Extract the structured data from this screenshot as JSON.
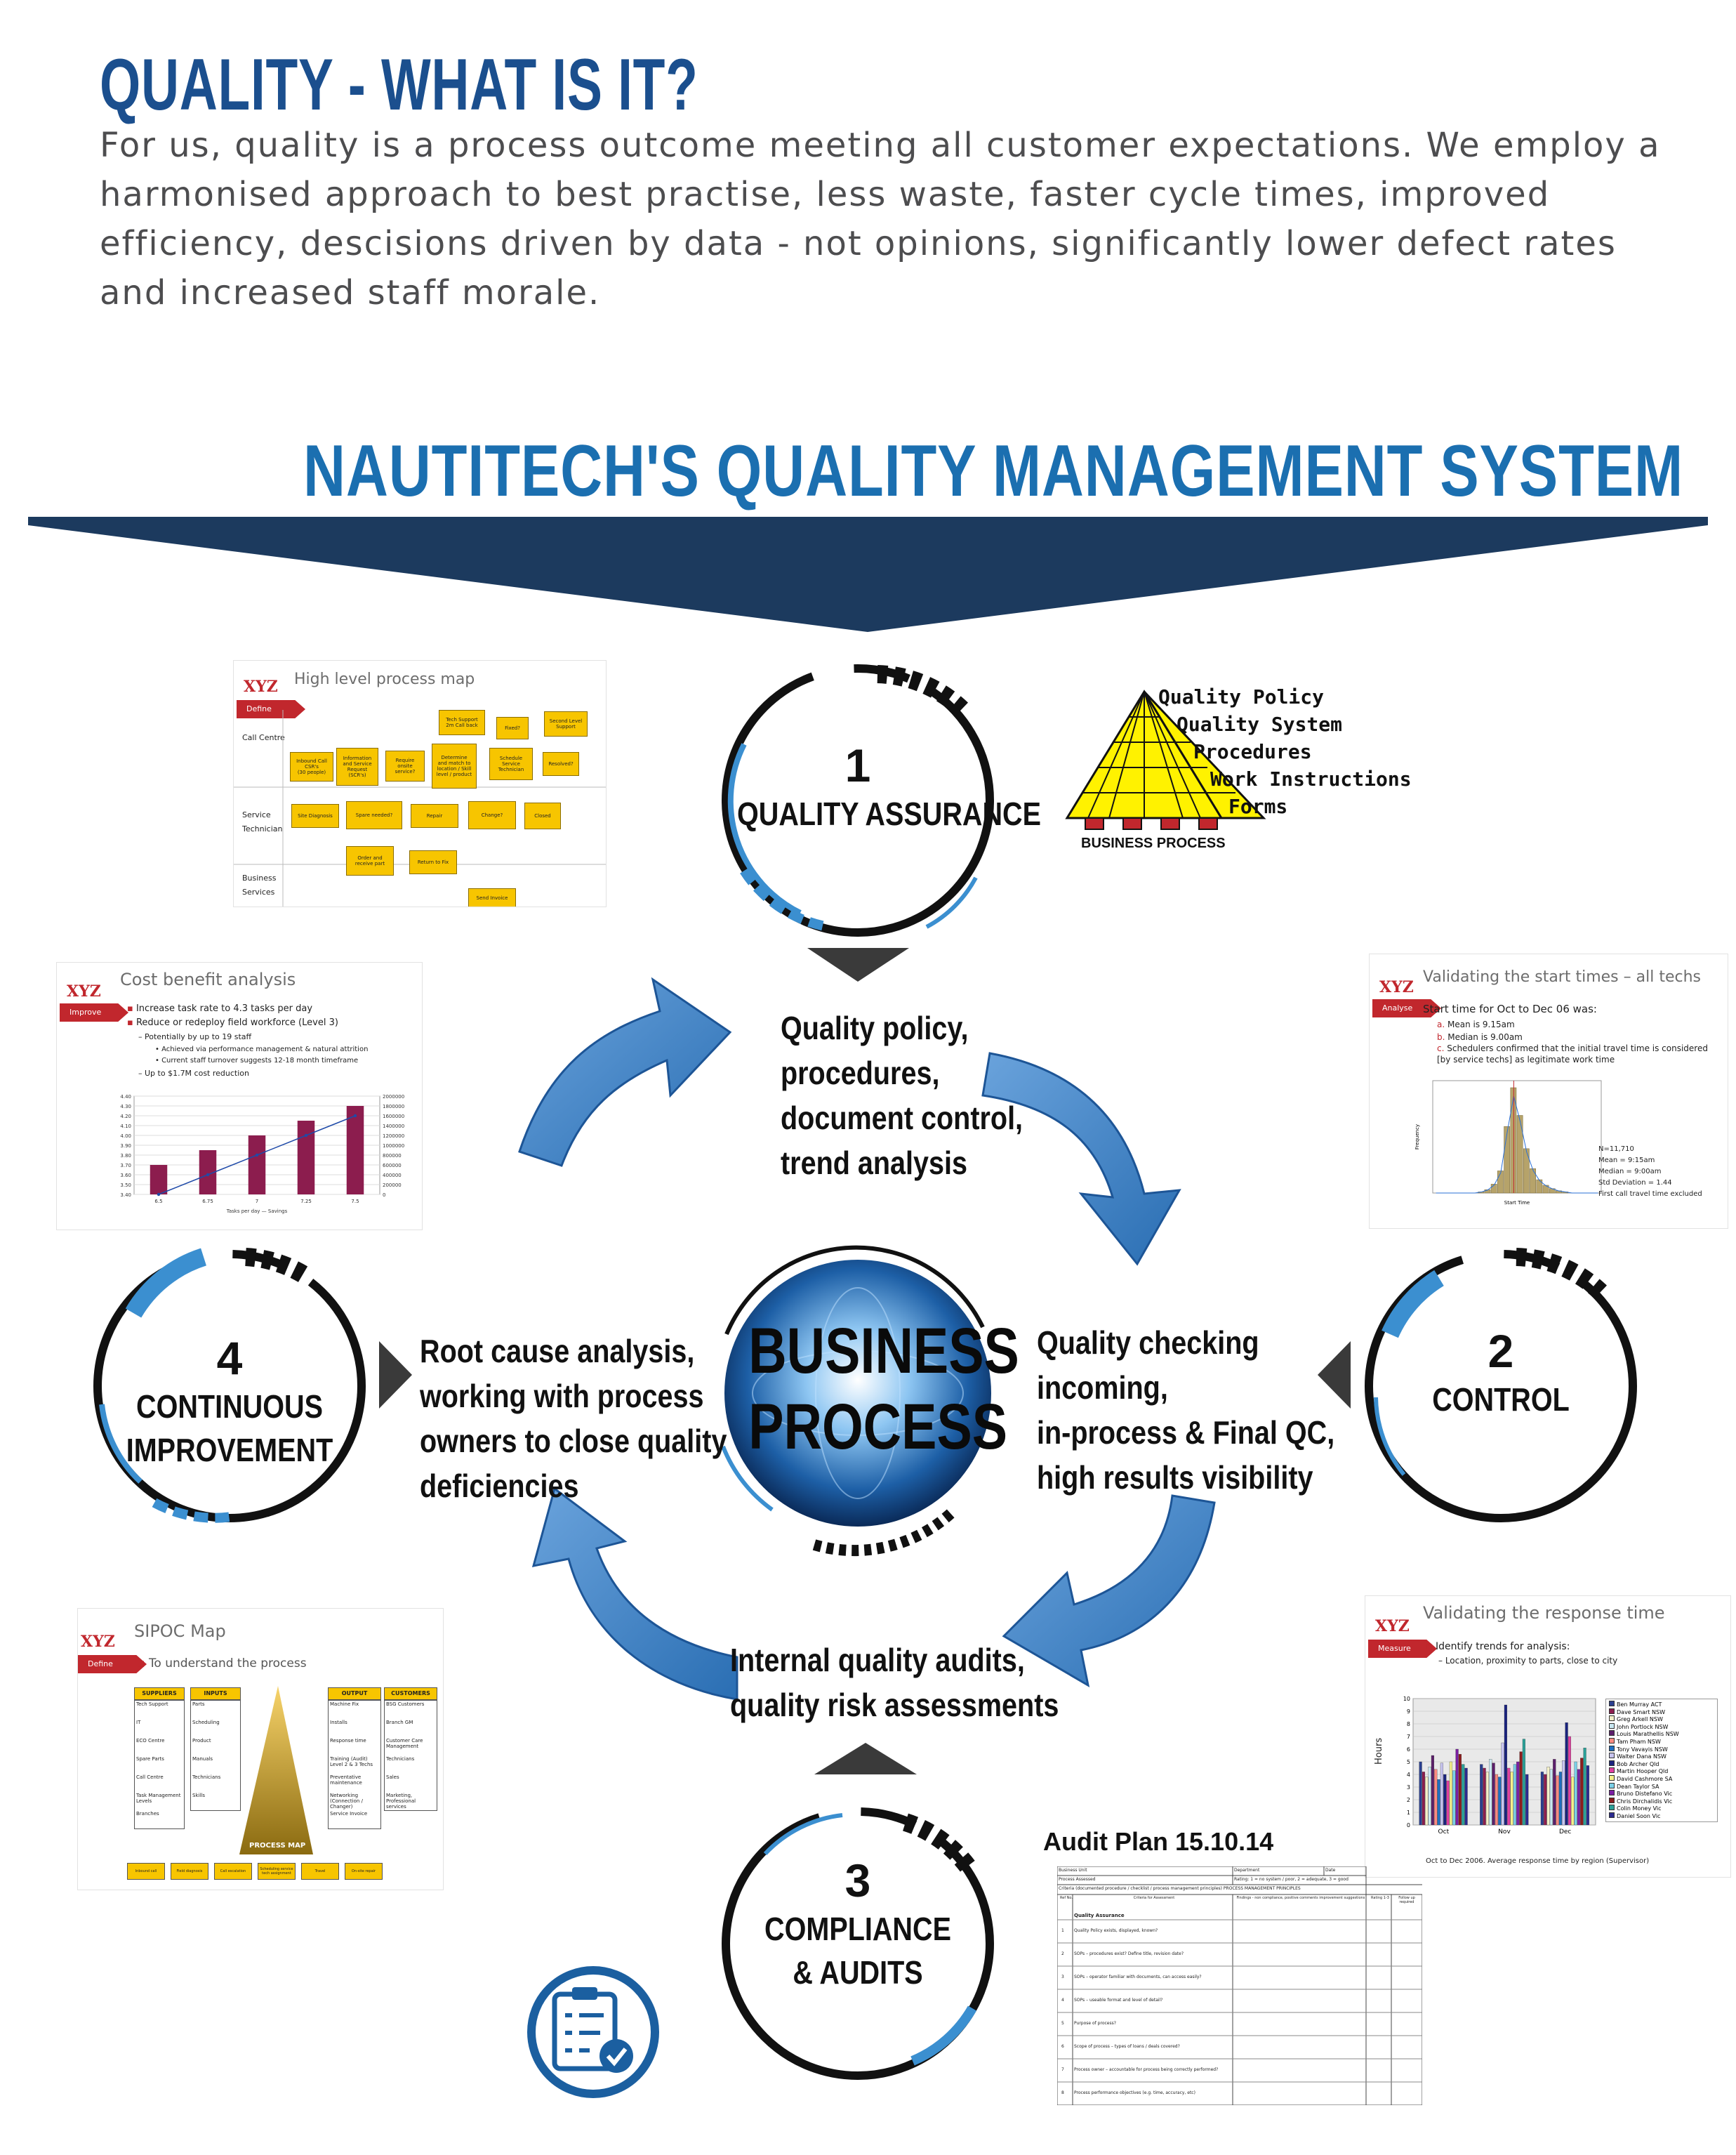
{
  "header": {
    "title": "QUALITY - WHAT IS IT?",
    "intro": "For us, quality is a process outcome meeting all customer expectations. We employ a harmonised approach to best practise, less waste, faster cycle times, improved efficiency, descisions driven by data - not opinions, significantly lower defect rates and increased staff morale."
  },
  "system_heading": "NAUTITECH'S QUALITY MANAGEMENT SYSTEM",
  "colors": {
    "navy": "#1c3a5e",
    "title_blue": "#1b4f8e",
    "heading_blue": "#1b6fb0",
    "arrow_blue": "#3f86c8",
    "accent_red": "#c1272d",
    "flow_yellow": "#f7c500"
  },
  "stages": [
    {
      "number": "1",
      "label": "QUALITY ASSURANCE"
    },
    {
      "number": "2",
      "label": "CONTROL"
    },
    {
      "number": "3",
      "label": "COMPLIANCE\n& AUDITS"
    },
    {
      "number": "4",
      "label": "CONTINUOUS\nIMPROVEMENT"
    }
  ],
  "descriptions": {
    "assurance": "Quality policy,\nprocedures,\ndocument control,\ntrend analysis",
    "control": "Quality checking\nincoming,\nin-process & Final QC,\nhigh results visibility",
    "audits": "Internal quality audits,\nquality risk assessments",
    "improvement": "Root cause analysis,\nworking with process\nowners to close quality\ndeficiencies"
  },
  "center": {
    "line1": "BUSINESS",
    "line2": "PROCESS"
  },
  "pyramid": {
    "levels": [
      "Quality Policy",
      "Quality System",
      "Procedures",
      "Work Instructions",
      "Forms"
    ],
    "base_label": "BUSINESS PROCESS"
  },
  "thumbnails": {
    "process_map": {
      "logo": "XYZ",
      "tag": "Define",
      "title": "High level process map",
      "lanes": [
        "Call Centre",
        "Service\nTechnician",
        "Business\nServices"
      ],
      "boxes": [
        "Inbound Call\nCSR's\n(30 people)",
        "Information\nand Service\nRequest\n(SCR's)",
        "Require\nonsite\nservice?",
        "Determine\nand match to\nlocation / Skill\nlevel / product",
        "Tech Support\n2m Call back",
        "Fixed?",
        "Second Level\nSupport",
        "Schedule\nService\nTechnician",
        "Resolved?",
        "Site Diagnosis",
        "Spare needed?",
        "Repair",
        "Change?",
        "Closed",
        "Order and\nreceive part",
        "Return to Fix",
        "Send Invoice"
      ]
    },
    "cost_benefit": {
      "logo": "XYZ",
      "tag": "Improve",
      "title": "Cost benefit analysis",
      "bullets": [
        "Increase task rate to 4.3 tasks per day",
        "Reduce or redeploy field workforce (Level 3)",
        "Potentially by up to 19 staff",
        "Achieved via performance management & natural attrition",
        "Current staff turnover suggests 12-18 month timeframe",
        "Up to $1.7M cost reduction"
      ],
      "legend": "Tasks per day  — Savings"
    },
    "start_times": {
      "logo": "XYZ",
      "tag": "Analyse",
      "title": "Validating the start times – all techs",
      "heading": "Start time for Oct to Dec 06 was:",
      "items": [
        "Mean is 9.15am",
        "Median is 9.00am",
        "Schedulers confirmed that the initial travel time is considered [by service techs] as legitimate work time"
      ],
      "stats": "N=11,710\nMean = 9:15am\nMedian = 9:00am\nStd Deviation = 1.44\nFirst call travel time excluded",
      "xlabel": "Start Time",
      "ylabel": "Frequency"
    },
    "sipoc": {
      "logo": "XYZ",
      "tag": "Define",
      "title": "SIPOC Map",
      "bullet": "To understand the process",
      "columns": [
        "SUPPLIERS",
        "INPUTS",
        "OUTPUT",
        "CUSTOMERS"
      ],
      "suppliers": [
        "Tech Support",
        "IT",
        "ECO Centre",
        "Spare Parts",
        "Call Centre",
        "Task Management Levels",
        "Branches"
      ],
      "inputs": [
        "Parts",
        "Scheduling",
        "Product",
        "Manuals",
        "Technicians",
        "Skills"
      ],
      "outputs": [
        "Machine Fix",
        "Installs",
        "Response time",
        "Training (Audit) Level 2 & 3 Techs",
        "Preventative maintenance",
        "Networking (Connection / Changer)",
        "Service Invoice"
      ],
      "customers": [
        "BSG Customers",
        "Branch GM",
        "Customer Care Management",
        "Technicians",
        "Sales",
        "Marketing, Professional services"
      ],
      "center": "PROCESS MAP",
      "flow": [
        "Inbound call",
        "Field diagnosis",
        "Call escalation",
        "Scheduling service tech assignment",
        "Travel",
        "On-site repair"
      ]
    },
    "response_time": {
      "logo": "XYZ",
      "tag": "Measure",
      "title": "Validating the response time",
      "bullets": [
        "Identify trends for analysis:",
        "Location, proximity to parts, close to city"
      ],
      "ylabel": "Hours",
      "caption": "Oct to Dec 2006.  Average response time by region (Supervisor)",
      "legend": [
        "Ben Murray  ACT",
        "Dave Smart  NSW",
        "Greg Arkell  NSW",
        "John Portlock  NSW",
        "Louis Marathellis  NSW",
        "Tam Pham  NSW",
        "Tony Vavayis  NSW",
        "Walter Dana  NSW",
        "Bob Archer  Qld",
        "Martin Hooper  Qld",
        "David Cashmore  SA",
        "Dean Taylor  SA",
        "Bruno Distefano  Vic",
        "Chris Dirchalidis  Vic",
        "Colin Money  Vic",
        "Daniel Soon  Vic"
      ]
    },
    "audit_plan": {
      "title": "Audit Plan 15.10.14",
      "header_cells": [
        "Business Unit",
        "Department",
        "Date",
        "Process Assessed",
        "Rating:  1 = no system / poor,   2 = adequate,   3 = good",
        "Criteria (documented procedure / checklist / process management principles)    PROCESS MANAGEMENT PRINCIPLES"
      ],
      "columns": [
        "Ref No.",
        "Criteria for Assessment",
        "Findings - non compliance, positive comments improvement suggestions",
        "Rating 1-3",
        "Follow up required"
      ],
      "section": "Quality Assurance",
      "rows": [
        "Quality Policy exists, displayed, known?",
        "SOPs – procedures exist? Define title, revision date?",
        "SOPs – operator familiar with documents, can access easily?",
        "SOPs – useable format and level of detail?",
        "Purpose of process?",
        "Scope of process – types of loans / deals covered?",
        "Process owner – accountable for process being correctly performed?",
        "Process performance objectives (e.g. time, accuracy, etc)"
      ]
    }
  },
  "chart_data": [
    {
      "type": "bar",
      "title": "",
      "categories": [
        "6.5",
        "6.75",
        "7",
        "7.25",
        "7.5"
      ],
      "series": [
        {
          "name": "Tasks per day",
          "values": [
            3.7,
            3.85,
            4.0,
            4.15,
            4.3
          ]
        },
        {
          "name": "Savings",
          "values": [
            0,
            400000,
            800000,
            1200000,
            1600000
          ]
        }
      ],
      "ylim": [
        3.4,
        4.4
      ],
      "y2lim": [
        0,
        2000000
      ],
      "y_ticks": [
        "4.40",
        "4.30",
        "4.20",
        "4.10",
        "4.00",
        "3.90",
        "3.80",
        "3.70",
        "3.60",
        "3.50",
        "3.40"
      ],
      "y2_ticks": [
        "2000000",
        "1800000",
        "1600000",
        "1400000",
        "1200000",
        "1000000",
        "800000",
        "600000",
        "400000",
        "200000",
        "0"
      ]
    },
    {
      "type": "bar",
      "title": "",
      "xlabel": "Start Time",
      "ylabel": "Frequency",
      "categories": [
        "",
        "",
        "",
        "",
        "",
        "",
        "",
        "",
        "",
        "",
        "",
        "",
        "",
        "",
        "",
        "",
        "",
        "",
        "",
        "",
        "",
        "",
        "",
        "",
        "",
        ""
      ],
      "values": [
        0,
        0,
        0,
        0,
        0,
        0,
        0,
        1,
        3,
        8,
        20,
        60,
        95,
        70,
        40,
        22,
        12,
        7,
        4,
        2,
        1,
        0,
        0,
        0,
        0,
        0
      ]
    },
    {
      "type": "bar",
      "title": "",
      "ylabel": "Hours",
      "categories": [
        "Oct",
        "Nov",
        "Dec"
      ],
      "ylim": [
        0,
        10
      ],
      "series": [
        {
          "name": "Ben Murray  ACT",
          "values": [
            5.0,
            4.8,
            4.2
          ]
        },
        {
          "name": "Dave Smart  NSW",
          "values": [
            4.2,
            4.5,
            4.0
          ]
        },
        {
          "name": "Greg Arkell  NSW",
          "values": [
            3.8,
            4.2,
            4.6
          ]
        },
        {
          "name": "John Portlock  NSW",
          "values": [
            4.6,
            5.2,
            4.4
          ]
        },
        {
          "name": "Louis Marathellis  NSW",
          "values": [
            5.5,
            4.9,
            5.2
          ]
        },
        {
          "name": "Tam Pham  NSW",
          "values": [
            4.4,
            4.0,
            3.9
          ]
        },
        {
          "name": "Tony Vavayis  NSW",
          "values": [
            3.6,
            3.8,
            4.2
          ]
        },
        {
          "name": "Walter Dana  NSW",
          "values": [
            4.9,
            6.5,
            5.1
          ]
        },
        {
          "name": "Bob Archer  Qld",
          "values": [
            4.0,
            9.5,
            8.1
          ]
        },
        {
          "name": "Martin Hooper  Qld",
          "values": [
            3.5,
            4.5,
            7.0
          ]
        },
        {
          "name": "David Cashmore  SA",
          "values": [
            5.0,
            4.2,
            3.8
          ]
        },
        {
          "name": "Dean Taylor  SA",
          "values": [
            4.3,
            4.8,
            5.0
          ]
        },
        {
          "name": "Bruno Distefano  Vic",
          "values": [
            6.0,
            5.0,
            4.4
          ]
        },
        {
          "name": "Chris Dirchalidis  Vic",
          "values": [
            5.6,
            5.8,
            5.3
          ]
        },
        {
          "name": "Colin Money  Vic",
          "values": [
            4.8,
            6.8,
            6.1
          ]
        },
        {
          "name": "Daniel Soon  Vic",
          "values": [
            4.5,
            4.0,
            4.7
          ]
        }
      ]
    }
  ]
}
